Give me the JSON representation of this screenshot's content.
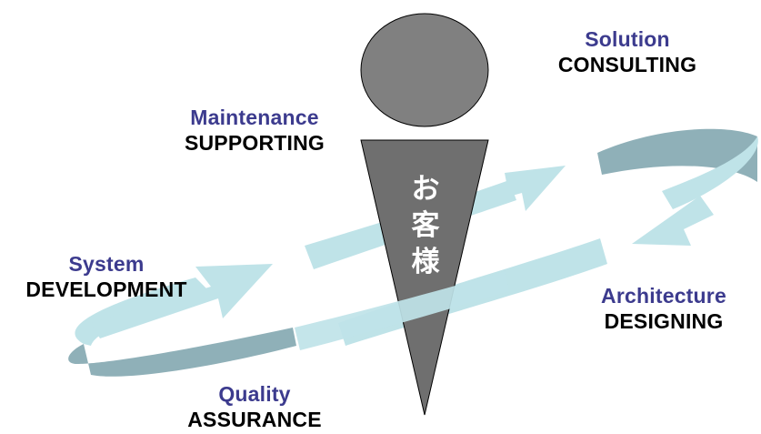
{
  "figure": {
    "center_label": [
      "お",
      "客",
      "様"
    ],
    "colors": {
      "head_fill": "#808080",
      "body_fill": "#707070",
      "arrow_light": "#bfe3e8",
      "arrow_dark": "#8fb0b8",
      "sub_text": "#3c3b8e",
      "main_text": "#000000"
    }
  },
  "stages": {
    "consulting": {
      "sub": "Solution",
      "main": "CONSULTING"
    },
    "supporting": {
      "sub": "Maintenance",
      "main": "SUPPORTING"
    },
    "development": {
      "sub": "System",
      "main": "DEVELOPMENT"
    },
    "designing": {
      "sub": "Architecture",
      "main": "DESIGNING"
    },
    "assurance": {
      "sub": "Quality",
      "main": "ASSURANCE"
    }
  }
}
